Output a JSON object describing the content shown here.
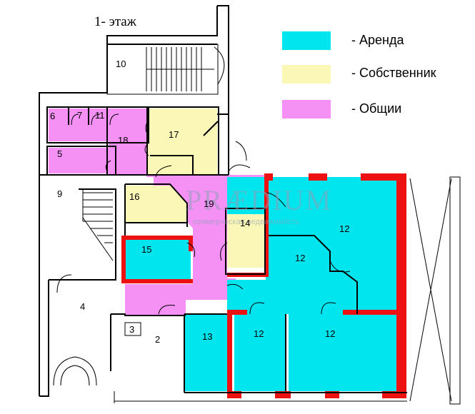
{
  "floor_title": "1- этаж",
  "legend": [
    {
      "label": "- Аренда",
      "color": "#00e5ee"
    },
    {
      "label": "- Собственник",
      "color": "#fbf7b6"
    },
    {
      "label": "- Общии",
      "color": "#f591f5"
    }
  ],
  "rooms": {
    "r2": "2",
    "r3": "3",
    "r4": "4",
    "r5": "5",
    "r6": "6",
    "r7": "7",
    "r9": "9",
    "r10": "10",
    "r11": "11",
    "r12a": "12",
    "r12b": "12",
    "r12c": "12",
    "r12d": "12",
    "r13": "13",
    "r14": "14",
    "r15": "15",
    "r16": "16",
    "r17": "17",
    "r18": "18",
    "r19": "19"
  },
  "watermark": {
    "brand": "PRÆDIUM",
    "tagline": "коммерческая недвижимость"
  },
  "colors": {
    "rent": "#00e5ee",
    "owner": "#fbf7b6",
    "common": "#f591f5",
    "bearing_wall": "#ee1111"
  }
}
